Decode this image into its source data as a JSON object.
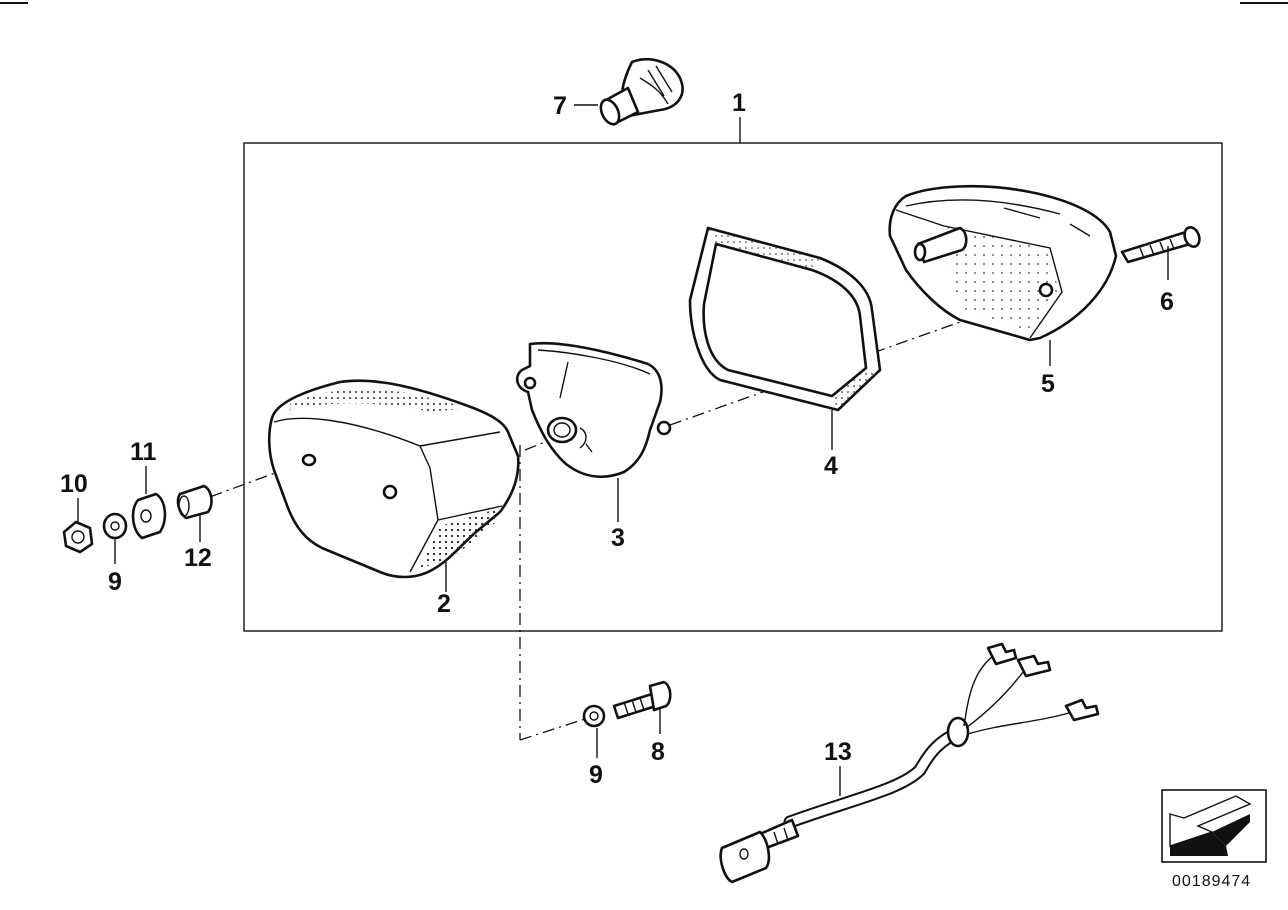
{
  "diagram_number": "00189474",
  "callouts": {
    "c1": "1",
    "c2": "2",
    "c3": "3",
    "c4": "4",
    "c5": "5",
    "c6": "6",
    "c7": "7",
    "c8": "8",
    "c9a": "9",
    "c9b": "9",
    "c10": "10",
    "c11": "11",
    "c12": "12",
    "c13": "13"
  }
}
